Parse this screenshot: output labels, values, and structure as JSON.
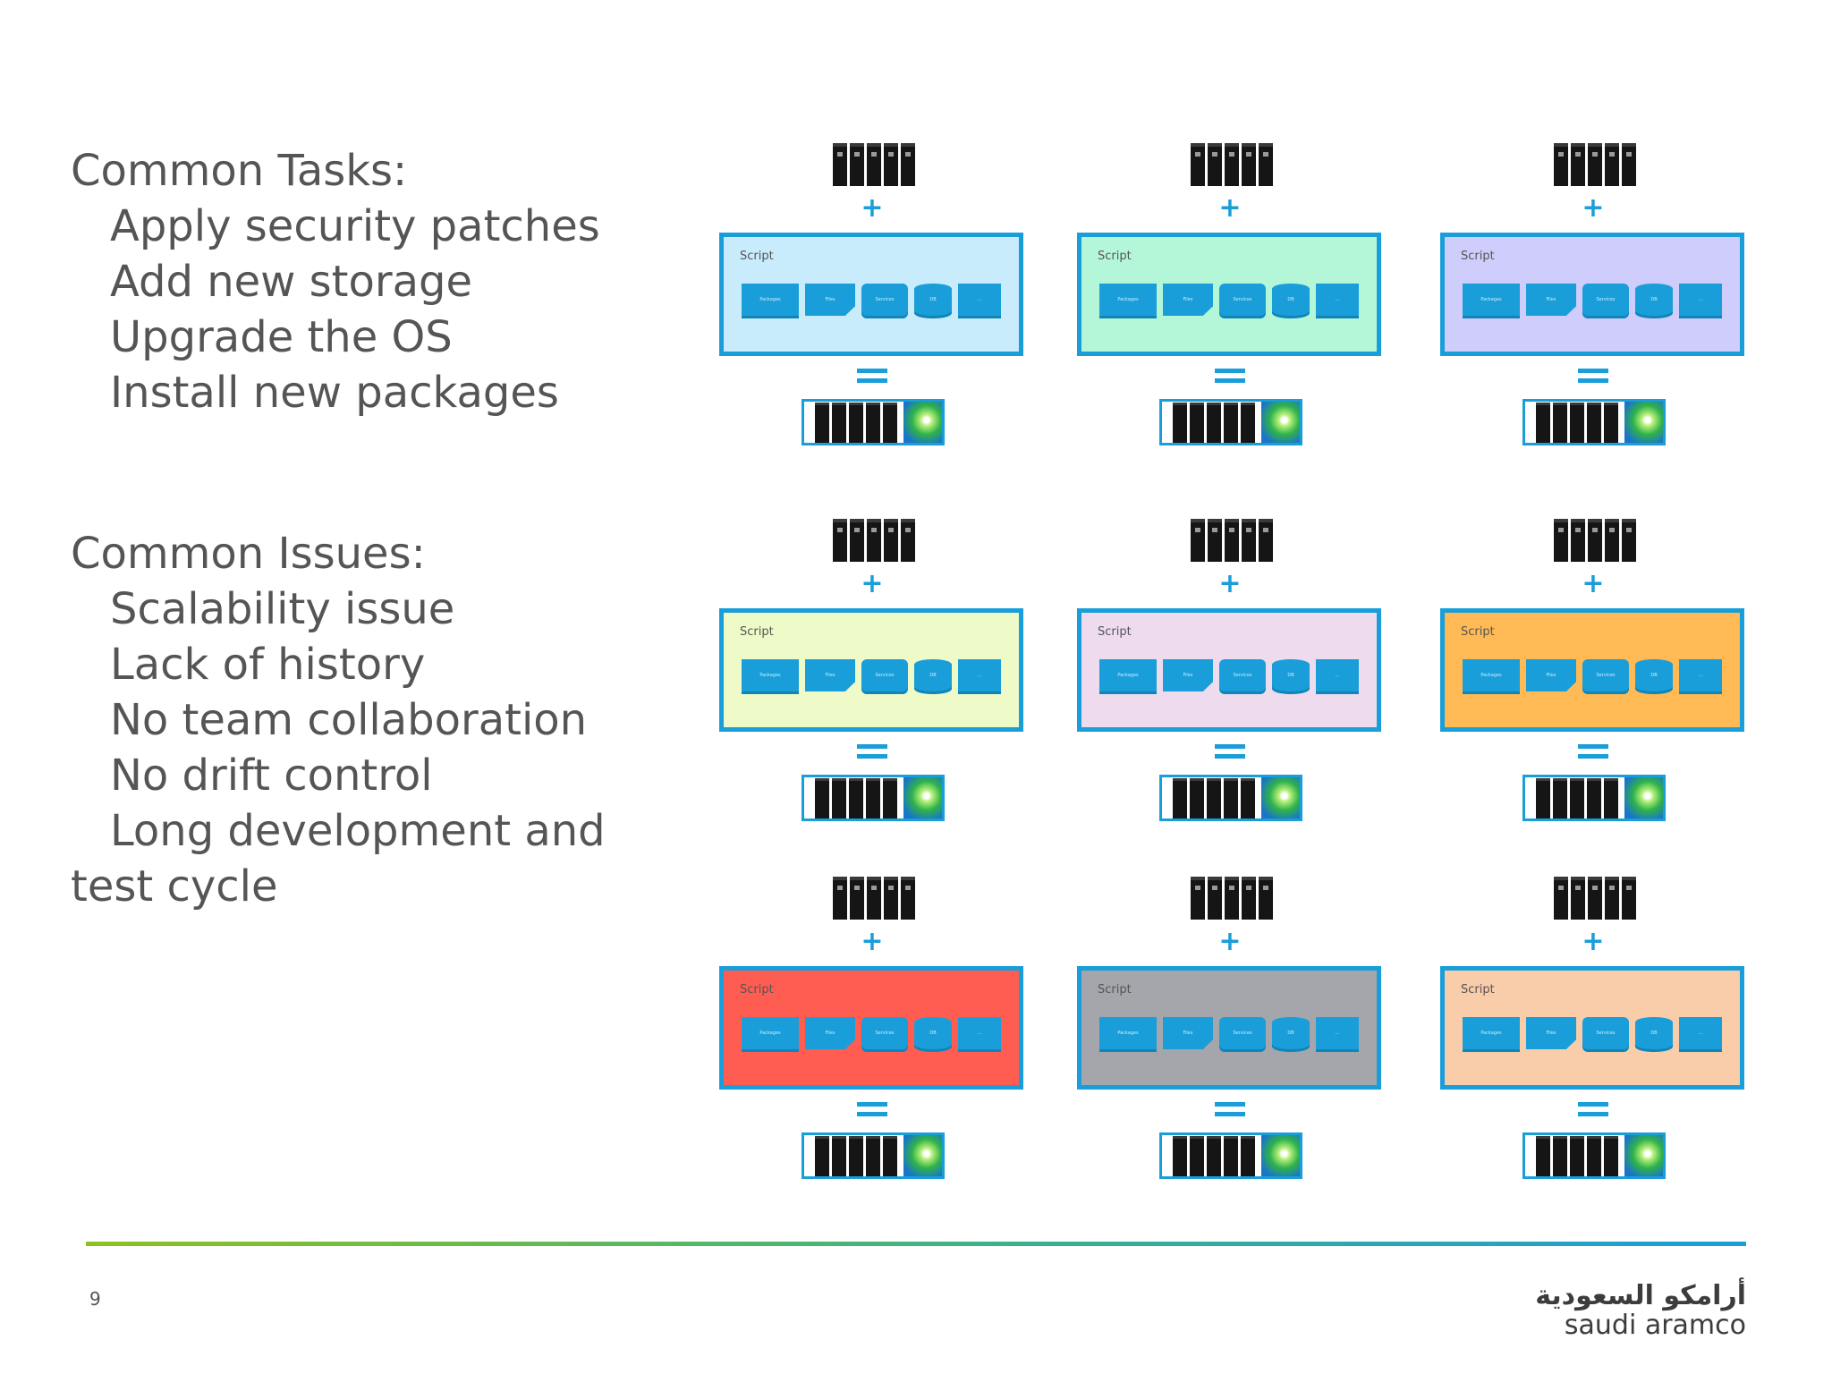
{
  "tasks": {
    "heading": "Common Tasks:",
    "items": [
      "Apply security patches",
      "Add new storage",
      "Upgrade the OS",
      "Install new packages"
    ]
  },
  "issues": {
    "heading": "Common Issues:",
    "items": [
      "Scalability issue",
      "Lack of history",
      "No team collaboration",
      "No drift control",
      "Long development and"
    ],
    "continuation": "test cycle"
  },
  "diagram": {
    "script_label": "Script",
    "plus_symbol": "+",
    "module_labels": [
      "Packages",
      "Files",
      "Services",
      "DB",
      "..."
    ],
    "box_colors": [
      "#c9ecfc",
      "#b4f7d8",
      "#cfcdfb",
      "#eefbc8",
      "#eedcee",
      "#ffba55",
      "#ff5d52",
      "#a4a6ab",
      "#f9ccaa"
    ]
  },
  "footer": {
    "page_number": "9",
    "brand_arabic": "أرامكو السعودية",
    "brand_english": "saudi aramco"
  }
}
